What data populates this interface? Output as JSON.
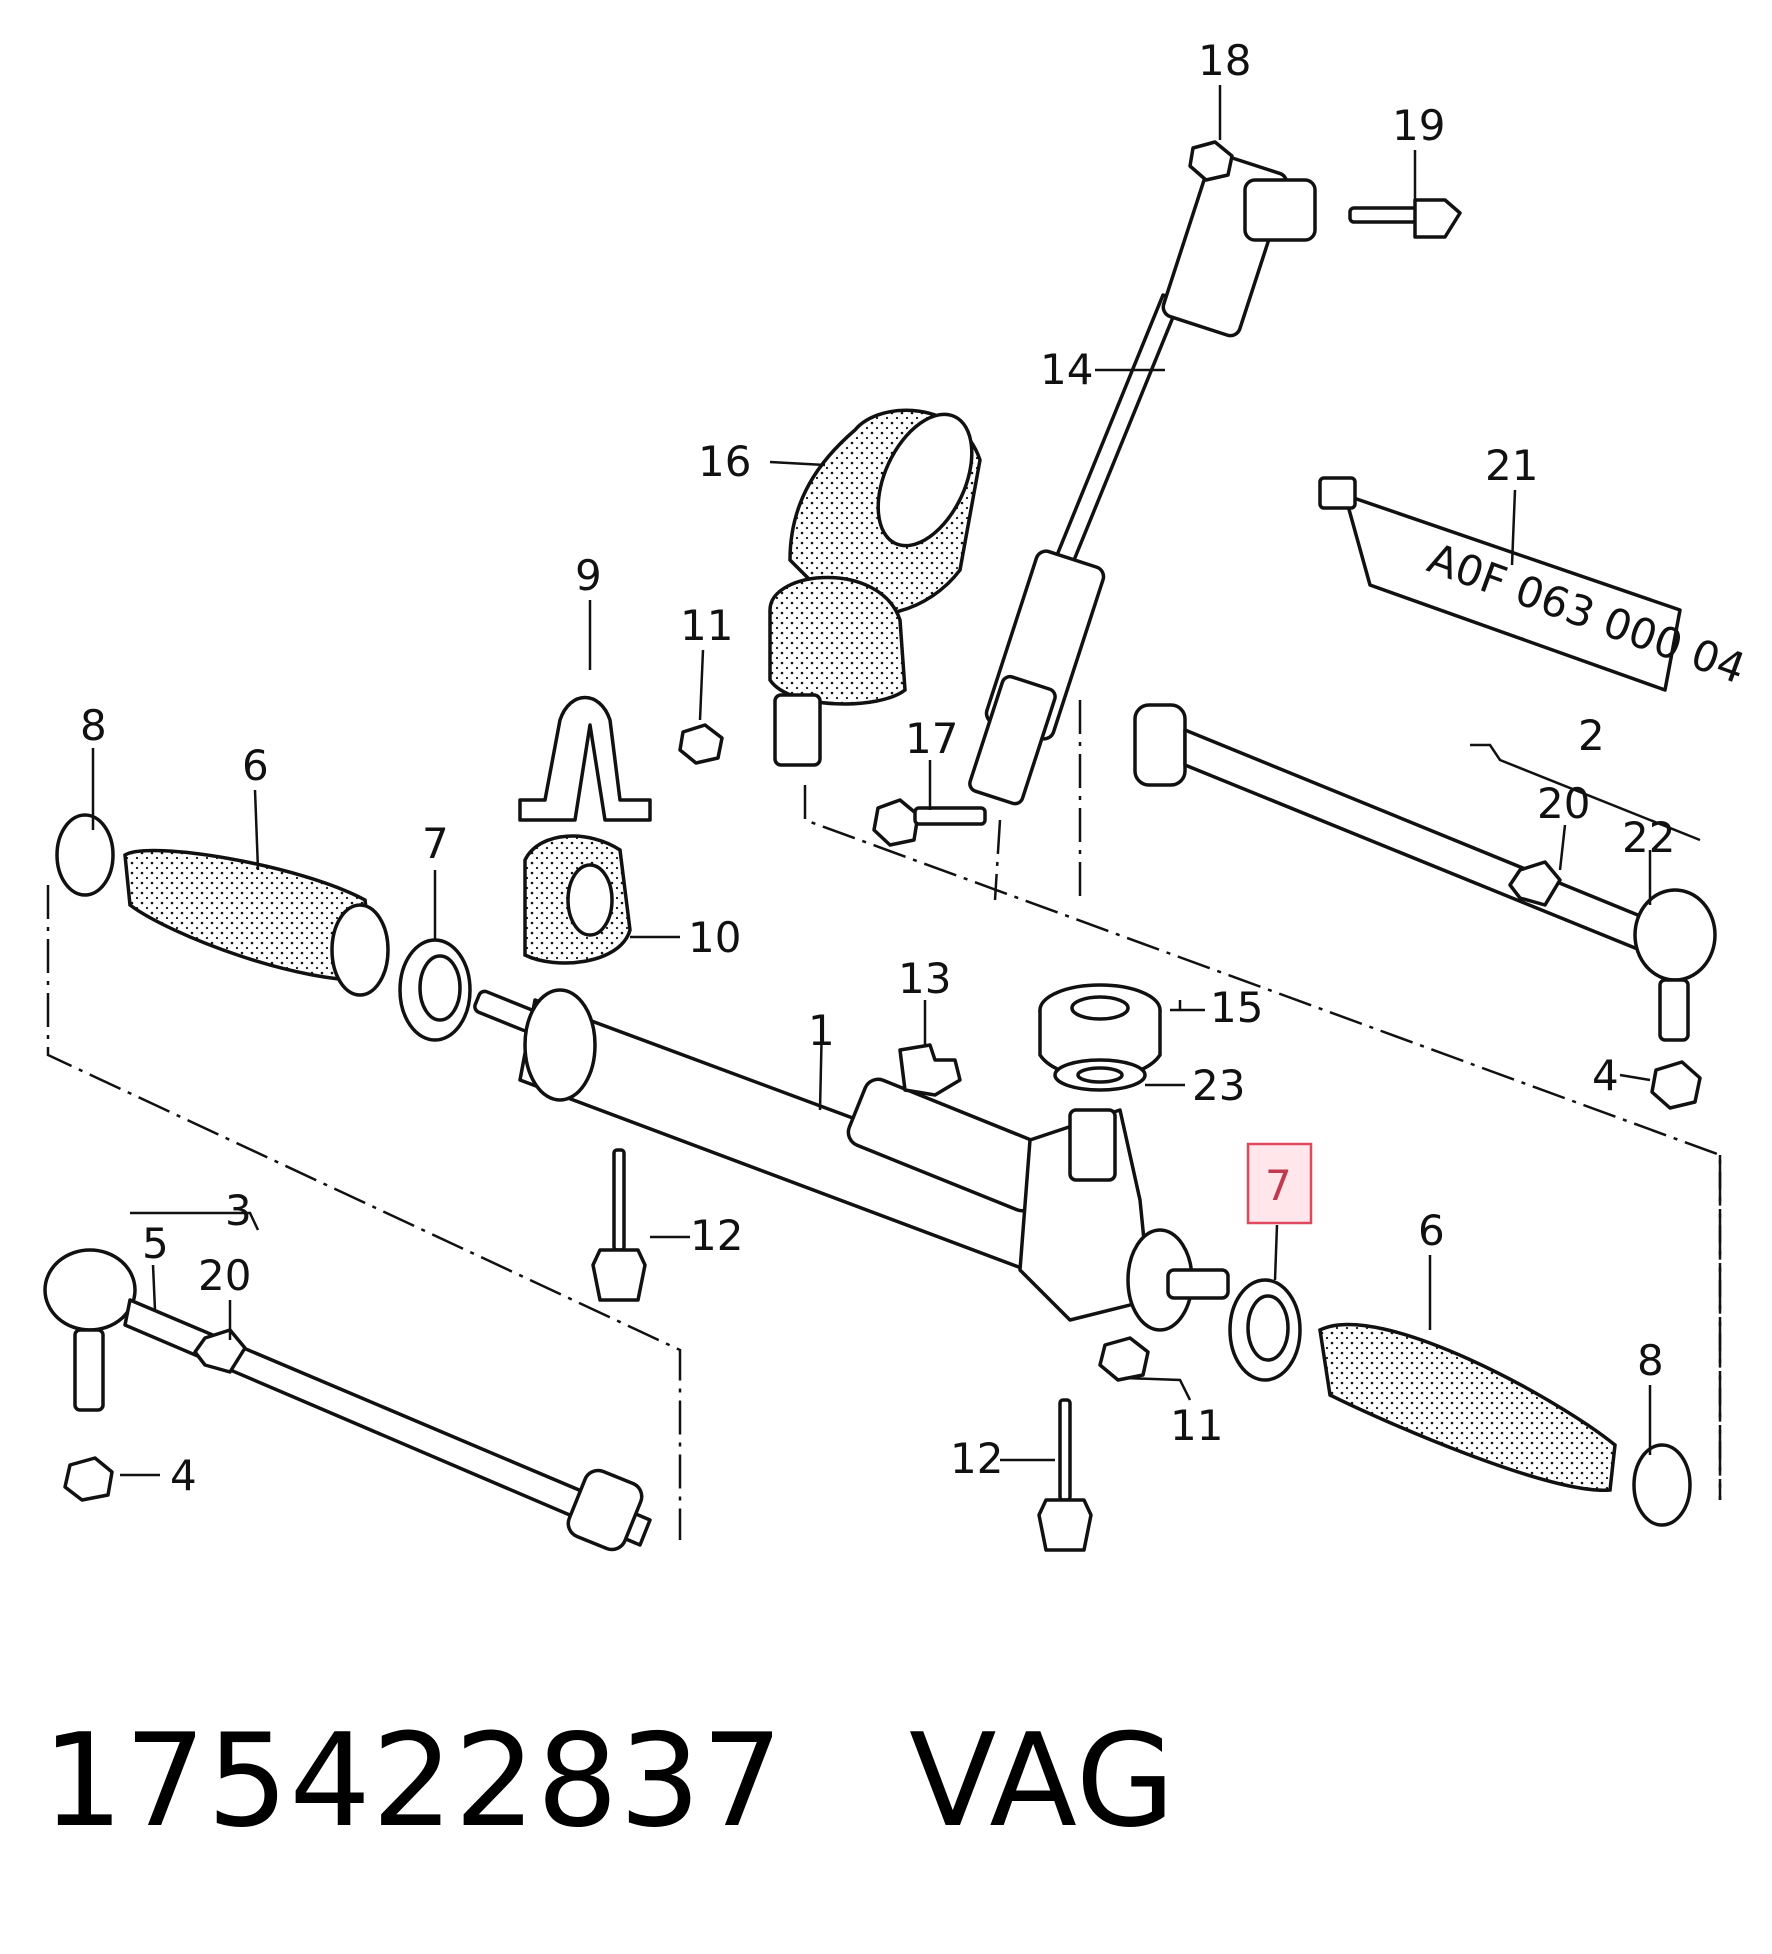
{
  "callouts": {
    "c18": "18",
    "c19": "19",
    "c14": "14",
    "c16": "16",
    "c21": "21",
    "c9": "9",
    "c11a": "11",
    "c8a": "8",
    "c6a": "6",
    "c7a": "7",
    "c17": "17",
    "c2": "2",
    "c20a": "20",
    "c22": "22",
    "c10": "10",
    "c13": "13",
    "c1": "1",
    "c15": "15",
    "c23": "23",
    "c4a": "4",
    "c7b": "7",
    "c6b": "6",
    "c3": "3",
    "c5": "5",
    "c20b": "20",
    "c12a": "12",
    "c11b": "11",
    "c8b": "8",
    "c4b": "4",
    "c12b": "12"
  },
  "grease_tube_label": "A0F 063 000 04",
  "caption": {
    "part_number": "175422837",
    "brand": "VAG"
  },
  "highlight_color": "#e0485f"
}
